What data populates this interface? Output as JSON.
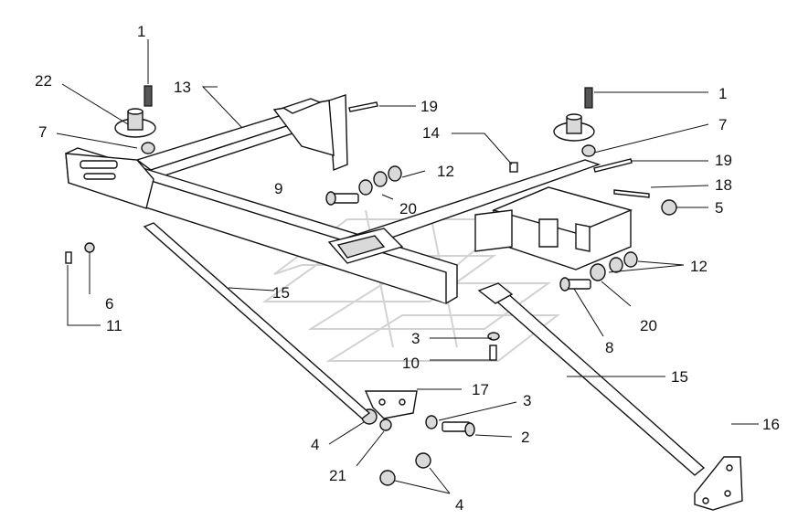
{
  "diagram": {
    "labels": [
      {
        "id": "l1a",
        "text": "1"
      },
      {
        "id": "l1b",
        "text": "1"
      },
      {
        "id": "l22",
        "text": "22"
      },
      {
        "id": "l13",
        "text": "13"
      },
      {
        "id": "l19a",
        "text": "19"
      },
      {
        "id": "l14",
        "text": "14"
      },
      {
        "id": "l7a",
        "text": "7"
      },
      {
        "id": "l7b",
        "text": "7"
      },
      {
        "id": "l12a",
        "text": "12"
      },
      {
        "id": "l19b",
        "text": "19"
      },
      {
        "id": "l9",
        "text": "9"
      },
      {
        "id": "l20a",
        "text": "20"
      },
      {
        "id": "l18",
        "text": "18"
      },
      {
        "id": "l5",
        "text": "5"
      },
      {
        "id": "l12b",
        "text": "12"
      },
      {
        "id": "l15a",
        "text": "15"
      },
      {
        "id": "l6",
        "text": "6"
      },
      {
        "id": "l11",
        "text": "11"
      },
      {
        "id": "l20b",
        "text": "20"
      },
      {
        "id": "l3a",
        "text": "3"
      },
      {
        "id": "l8",
        "text": "8"
      },
      {
        "id": "l10",
        "text": "10"
      },
      {
        "id": "l15b",
        "text": "15"
      },
      {
        "id": "l17",
        "text": "17"
      },
      {
        "id": "l3b",
        "text": "3"
      },
      {
        "id": "l16",
        "text": "16"
      },
      {
        "id": "l4a",
        "text": "4"
      },
      {
        "id": "l2",
        "text": "2"
      },
      {
        "id": "l21",
        "text": "21"
      },
      {
        "id": "l4b",
        "text": "4"
      }
    ]
  }
}
